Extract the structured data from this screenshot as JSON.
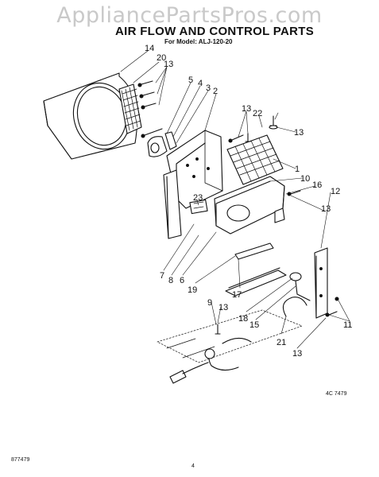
{
  "watermark": "AppliancePartsPros.com",
  "title": "AIR FLOW AND CONTROL PARTS",
  "subtitle": "For Model: ALJ-120-20",
  "diagram_code": "4C 7479",
  "footer_left": "877479",
  "page_number": "4",
  "callouts": [
    "14",
    "20",
    "13",
    "5",
    "4",
    "3",
    "2",
    "13",
    "22",
    "13",
    "1",
    "10",
    "16",
    "12",
    "13",
    "23",
    "7",
    "8",
    "6",
    "19",
    "17",
    "9",
    "13",
    "18",
    "15",
    "11",
    "21",
    "13"
  ]
}
